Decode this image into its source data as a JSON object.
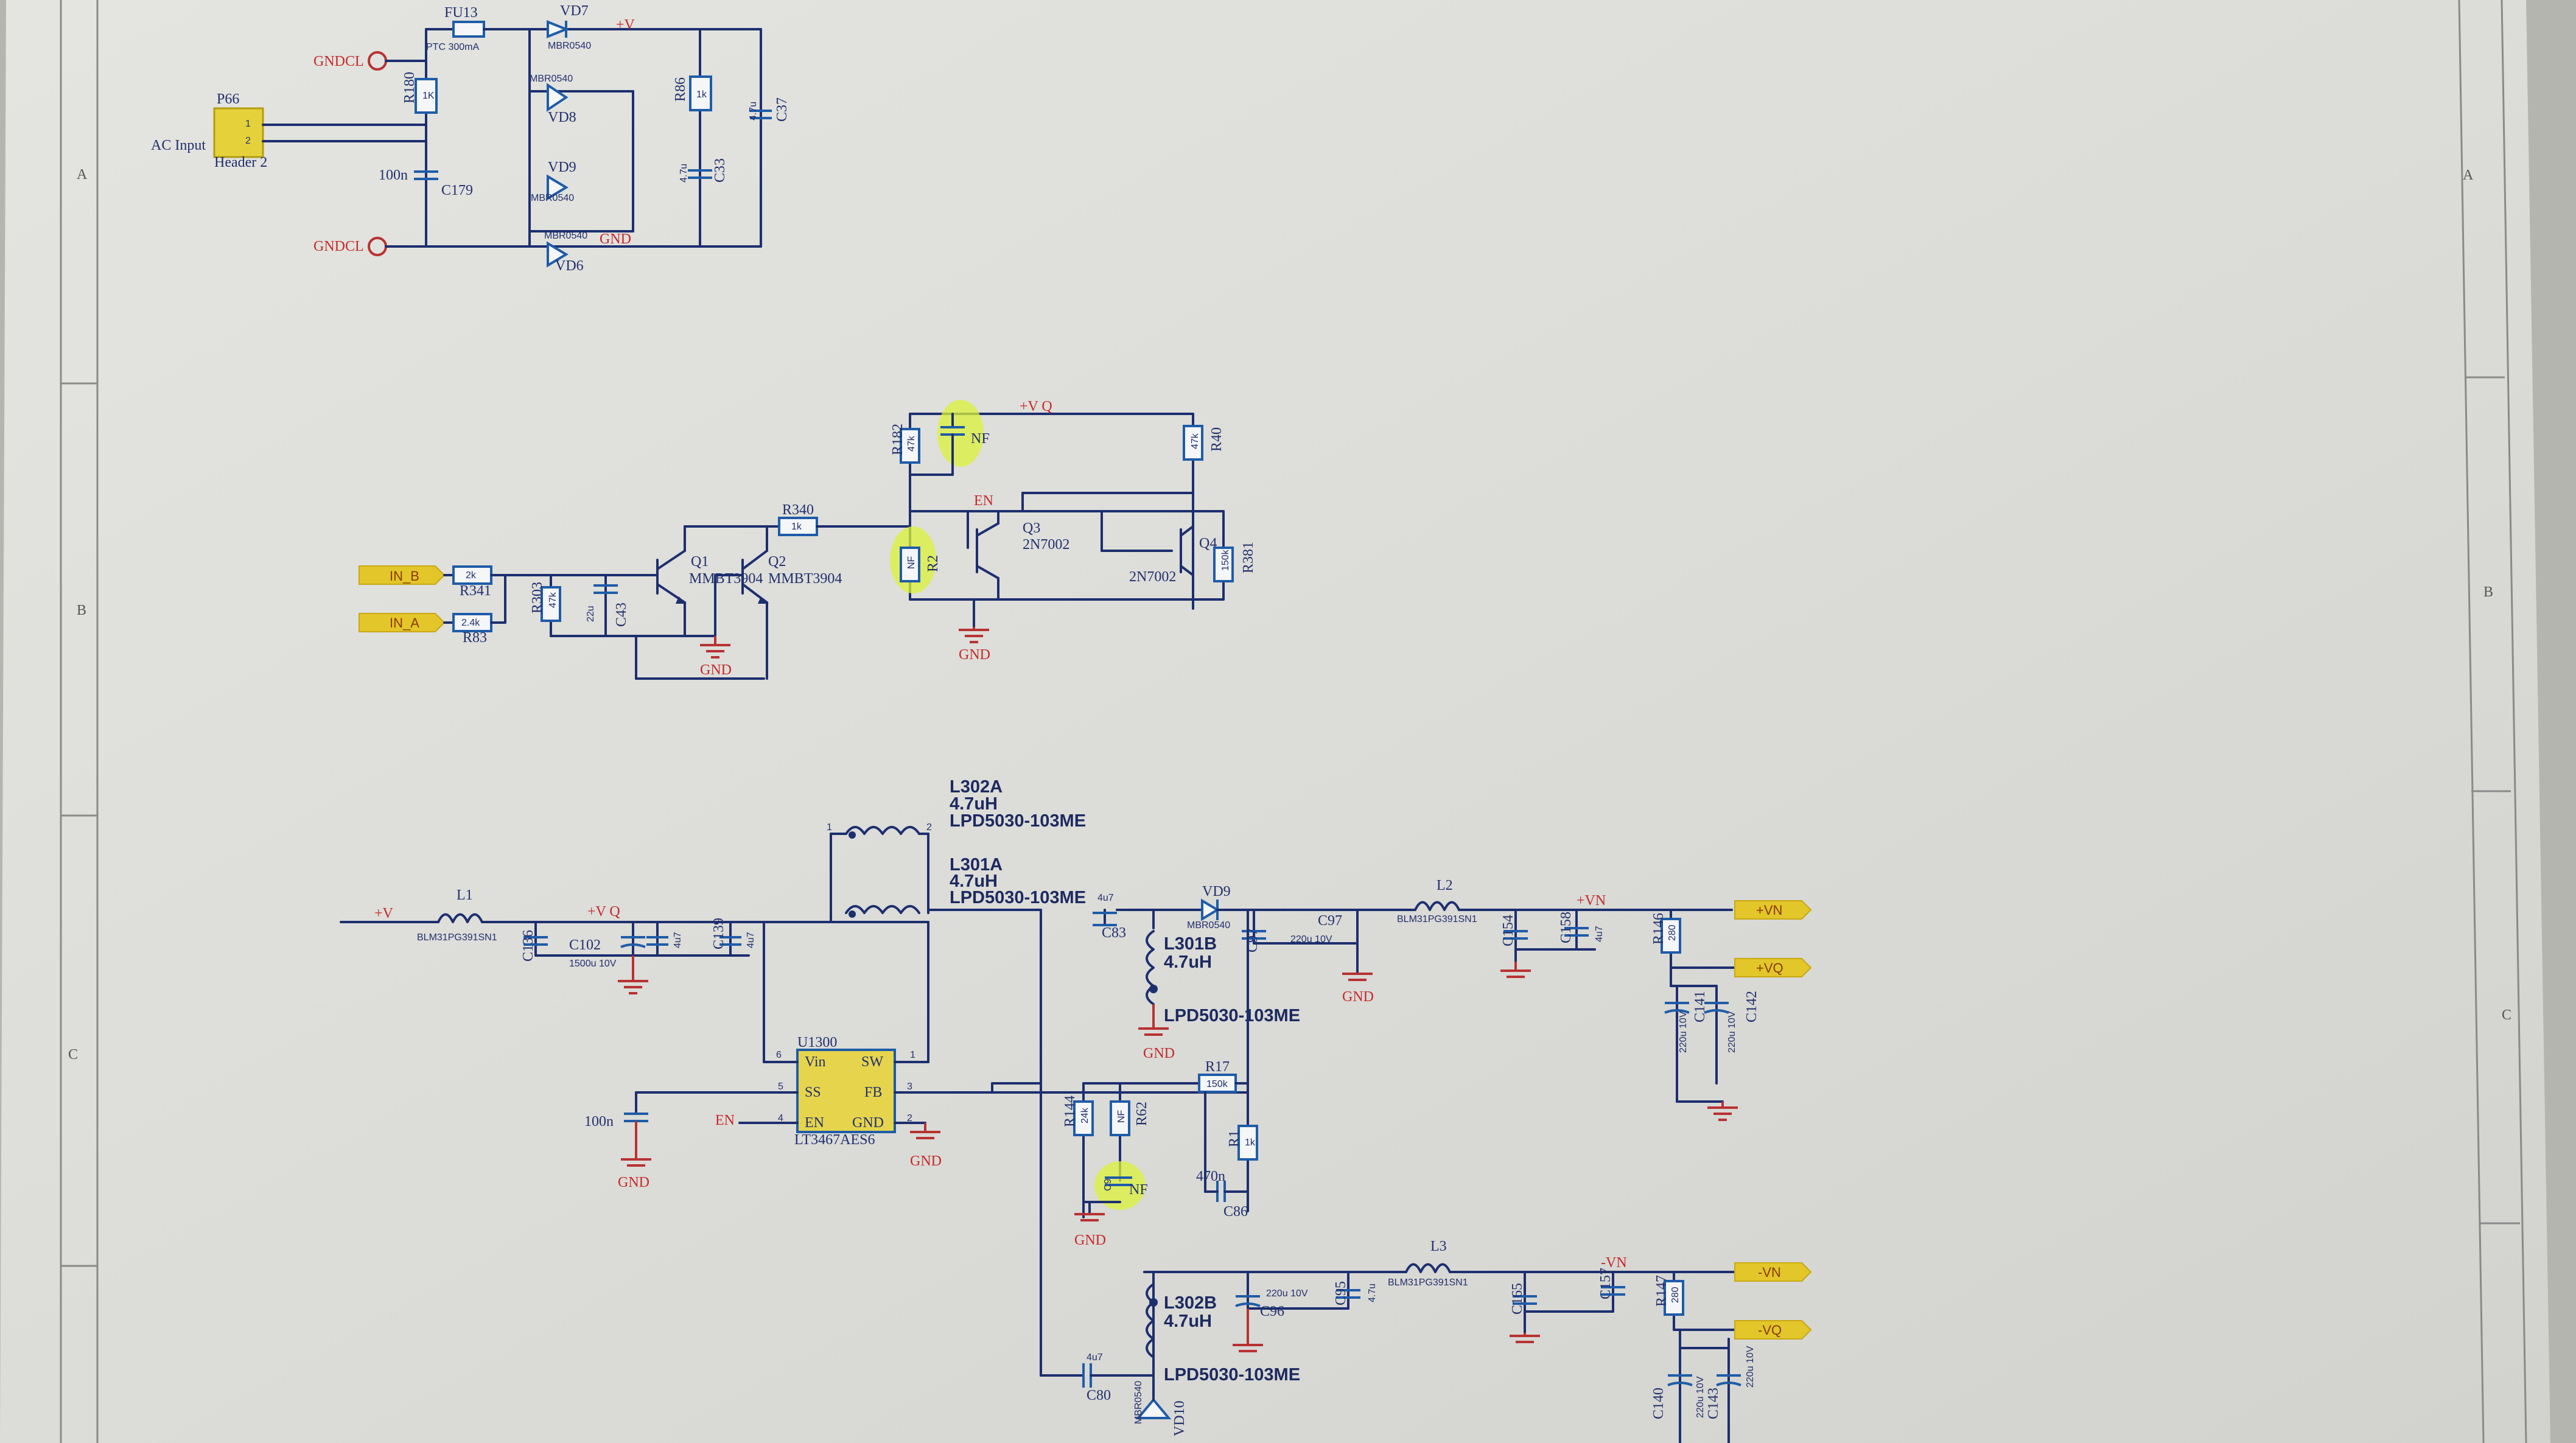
{
  "zones": {
    "a": "A",
    "b": "B",
    "c": "C"
  },
  "power_input": {
    "gndcl_top": "GNDCL",
    "gndcl_bottom": "GNDCL",
    "fuse": "FU13",
    "fuse_value": "PTC 300mA",
    "connector": "P66",
    "connector_pins": [
      "1",
      "2"
    ],
    "connector_label": "AC Input",
    "connector_value": "Header 2",
    "r_ref": "R180",
    "r_val": "1K",
    "c_val": "100n",
    "c_ref": "C179",
    "d_top": "VD7",
    "d_top_val": "MBR0540",
    "d2_val": "MBR0540",
    "d2_ref": "VD8",
    "d3_ref": "VD9",
    "d3_val": "MBR0540",
    "d4_val": "MBR0540",
    "d4_ref": "VD6",
    "vplus": "+V",
    "gnd": "GND",
    "r86_ref": "R86",
    "r86_val": "1k",
    "c33_val": "4.7u",
    "c33_ref": "C33",
    "c37_val": "4.7u",
    "c37_ref": "C37"
  },
  "driver": {
    "vq": "+V Q",
    "in_b": "IN_B",
    "in_a": "IN_A",
    "r341_val": "2k",
    "r341_ref": "R341",
    "r83_val": "2.4k",
    "r83_ref": "R83",
    "r303_ref": "R303",
    "r303_val": "47k",
    "c_22u": "22u",
    "c43": "C43",
    "q1": "Q1",
    "q1_val": "MMBT3904",
    "q2": "Q2",
    "q2_val": "MMBT3904",
    "r340_ref": "R340",
    "r340_val": "1k",
    "gnd": "GND",
    "r182_ref": "R182",
    "r182_val": "47k",
    "nf_top": "NF",
    "r40_ref": "R40",
    "r40_val": "47k",
    "en": "EN",
    "q3": "Q3",
    "q3_val": "2N7002",
    "q4": "Q4",
    "q4_val": "2N7002",
    "nf_r2": "NF",
    "r2": "R2",
    "r381_val": "150k",
    "r381_ref": "R381",
    "gnd2": "GND"
  },
  "converter": {
    "l302a": "L302A",
    "l302a_val": "4.7uH",
    "l302a_part": "LPD5030-103ME",
    "l301a": "L301A",
    "l301a_val": "4.7uH",
    "l301a_part": "LPD5030-103ME",
    "vplus": "+V",
    "l1": "L1",
    "l1_part": "BLM31PG391SN1",
    "vq": "+V Q",
    "c136": "C136",
    "c102": "C102",
    "c102_val": "1500u 10V",
    "c_4u7a": "4u7",
    "c_4u7b": "4u7",
    "c139": "C139",
    "u1": "U1300",
    "u1_part": "LT3467AES6",
    "pin_vin": "Vin",
    "pin_sw": "SW",
    "pin_ss": "SS",
    "pin_fb": "FB",
    "pin_en": "EN",
    "pin_gnd": "GND",
    "pins": [
      "6",
      "1",
      "5",
      "3",
      "4",
      "2"
    ],
    "c_100n": "100n",
    "en": "EN",
    "gnd": "GND",
    "c83_val": "4u7",
    "c83": "C83",
    "vd9": "VD9",
    "vd9_val": "MBR0540",
    "c97": "C97",
    "c97_val": "220u 10V",
    "c_97b": "C97",
    "l2": "L2",
    "l2_part": "BLM31PG391SN1",
    "vn": "+VN",
    "port_vn": "+VN",
    "port_vq": "+VQ",
    "r146": "R146",
    "r146_val": "280",
    "c154": "C154",
    "c158": "C158",
    "c158_val": "4u7",
    "c141": "C141",
    "c142": "C142",
    "c220_a": "220u 10V",
    "c220_b": "220u 10V",
    "l301b": "L301B",
    "l301b_val": "4.7uH",
    "l301b_part": "LPD5030-103ME",
    "r17": "R17",
    "r17_val": "150k",
    "r144": "R144",
    "r144_val": "24k",
    "nf_r62": "NF",
    "r62": "R62",
    "c_nf": "NF",
    "c_nf_ref": "C9",
    "r1": "R1",
    "r1_val": "1k",
    "c470": "470n",
    "c86": "C86",
    "gnd_a": "GND",
    "gnd_b": "GND",
    "gnd_c": "GND",
    "gnd_d": "GND",
    "gnd_e": "GND",
    "l302b": "L302B",
    "l302b_val": "4.7uH",
    "l302b_part": "LPD5030-103ME",
    "c_220u_n": "220u 10V",
    "c96": "C96",
    "c95": "C95",
    "c95_val": "4.7u",
    "l3": "L3",
    "l3_part": "BLM31PG391SN1",
    "vn_minus": "-VN",
    "port_mvn": "-VN",
    "port_mvq": "-VQ",
    "c165": "C165",
    "c157": "C157",
    "r147": "R147",
    "r147_val": "280",
    "c140": "C140",
    "c143": "C143",
    "c220_c": "220u 10V",
    "c220_d": "220u 10V",
    "c80_val": "4u7",
    "c80": "C80",
    "vd10": "VD10",
    "vd10_val": "MBR0540"
  }
}
